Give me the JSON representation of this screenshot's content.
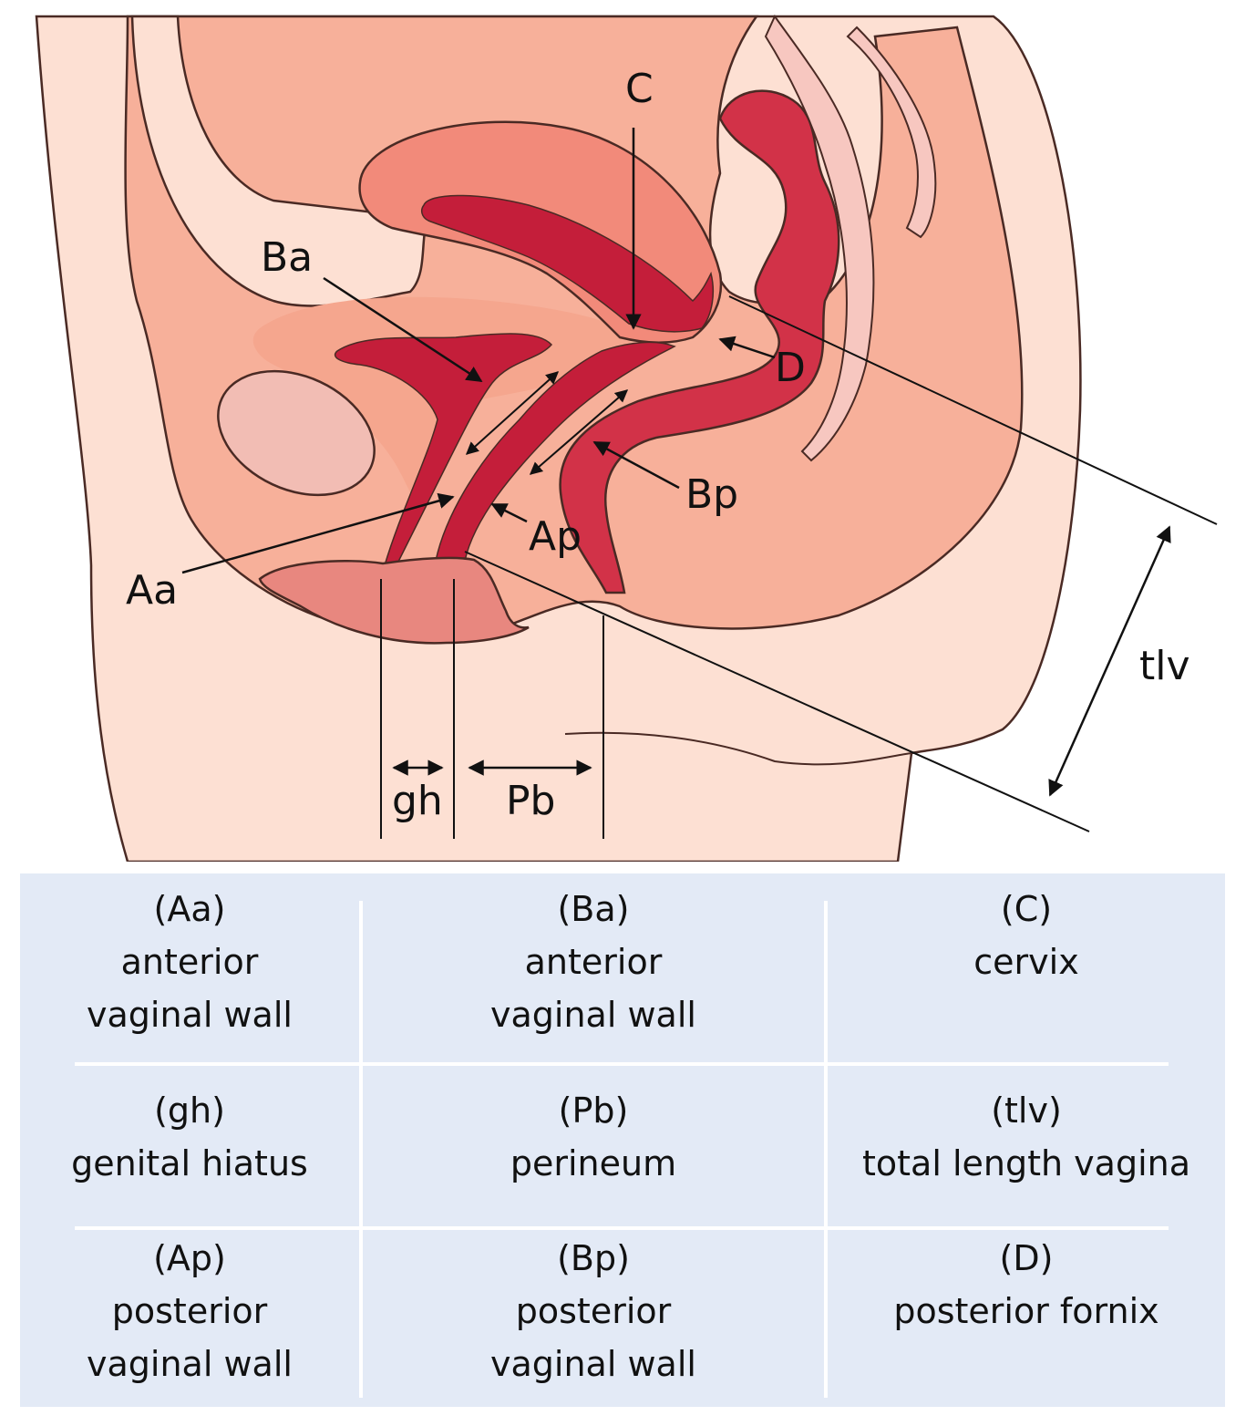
{
  "labels": {
    "C": "C",
    "Ba": "Ba",
    "D": "D",
    "Bp": "Bp",
    "Ap": "Ap",
    "Aa": "Aa",
    "tlv": "tlv",
    "gh": "gh",
    "Pb": "Pb"
  },
  "legend": [
    {
      "code": "(Aa)",
      "lines": [
        "anterior",
        "vaginal wall"
      ]
    },
    {
      "code": "(Ba)",
      "lines": [
        "anterior",
        "vaginal wall"
      ]
    },
    {
      "code": "(C)",
      "lines": [
        "cervix"
      ]
    },
    {
      "code": "(gh)",
      "lines": [
        "genital hiatus"
      ]
    },
    {
      "code": "(Pb)",
      "lines": [
        "perineum"
      ]
    },
    {
      "code": "(tlv)",
      "lines": [
        "total length vagina"
      ]
    },
    {
      "code": "(Ap)",
      "lines": [
        "posterior",
        "vaginal wall"
      ]
    },
    {
      "code": "(Bp)",
      "lines": [
        "posterior",
        "vaginal wall"
      ]
    },
    {
      "code": "(D)",
      "lines": [
        "posterior fornix"
      ]
    }
  ],
  "colors": {
    "skin": "#fde0d3",
    "tissue": "#f7b09a",
    "uterus": "#f28a7a",
    "lumen": "#c41e3a",
    "rectum": "#d23248",
    "bladder_pad": "#f5a68e",
    "pubis": "#f2bdb4",
    "vulva": "#e8877f",
    "spine": "#f7c7c0",
    "legend_bg": "#e3eaf6"
  }
}
